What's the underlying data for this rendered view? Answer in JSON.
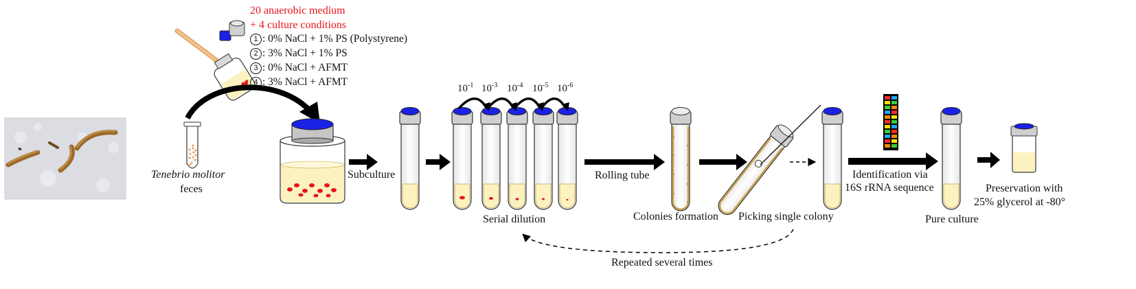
{
  "media": {
    "line1": "20 anaerobic medium",
    "line2": "+ 4 culture conditions",
    "conditions": [
      {
        "num": "1",
        "text": ": 0% NaCl + 1% PS (Polystyrene)"
      },
      {
        "num": "2",
        "text": ": 3% NaCl + 1% PS"
      },
      {
        "num": "3",
        "text": ": 0% NaCl + AFMT"
      },
      {
        "num": "4",
        "text": ": 3% NaCl + AFMT"
      }
    ]
  },
  "labels": {
    "species": "Tenebrio molitor",
    "feces": "feces",
    "subculture": "Subculture",
    "serial_dilution": "Serial dilution",
    "rolling_tube": "Rolling tube",
    "colonies_formation": "Colonies formation",
    "picking": "Picking single colony",
    "identification_1": "Identification via",
    "identification_2": "16S rRNA sequence",
    "pure_culture": "Pure culture",
    "preservation_1": "Preservation with",
    "preservation_2": "25% glycerol at -80°",
    "repeated": "Repeated several times"
  },
  "dilutions": [
    {
      "base": "10",
      "exp": "-1"
    },
    {
      "base": "10",
      "exp": "-3"
    },
    {
      "base": "10",
      "exp": "-4"
    },
    {
      "base": "10",
      "exp": "-5"
    },
    {
      "base": "10",
      "exp": "-6"
    }
  ],
  "colors": {
    "cap_blue": "#1a22e6",
    "cap_grey": "#c9c9c9",
    "medium": "#fbf2bf",
    "accent_red": "#e8141b",
    "arrow": "#000000"
  }
}
